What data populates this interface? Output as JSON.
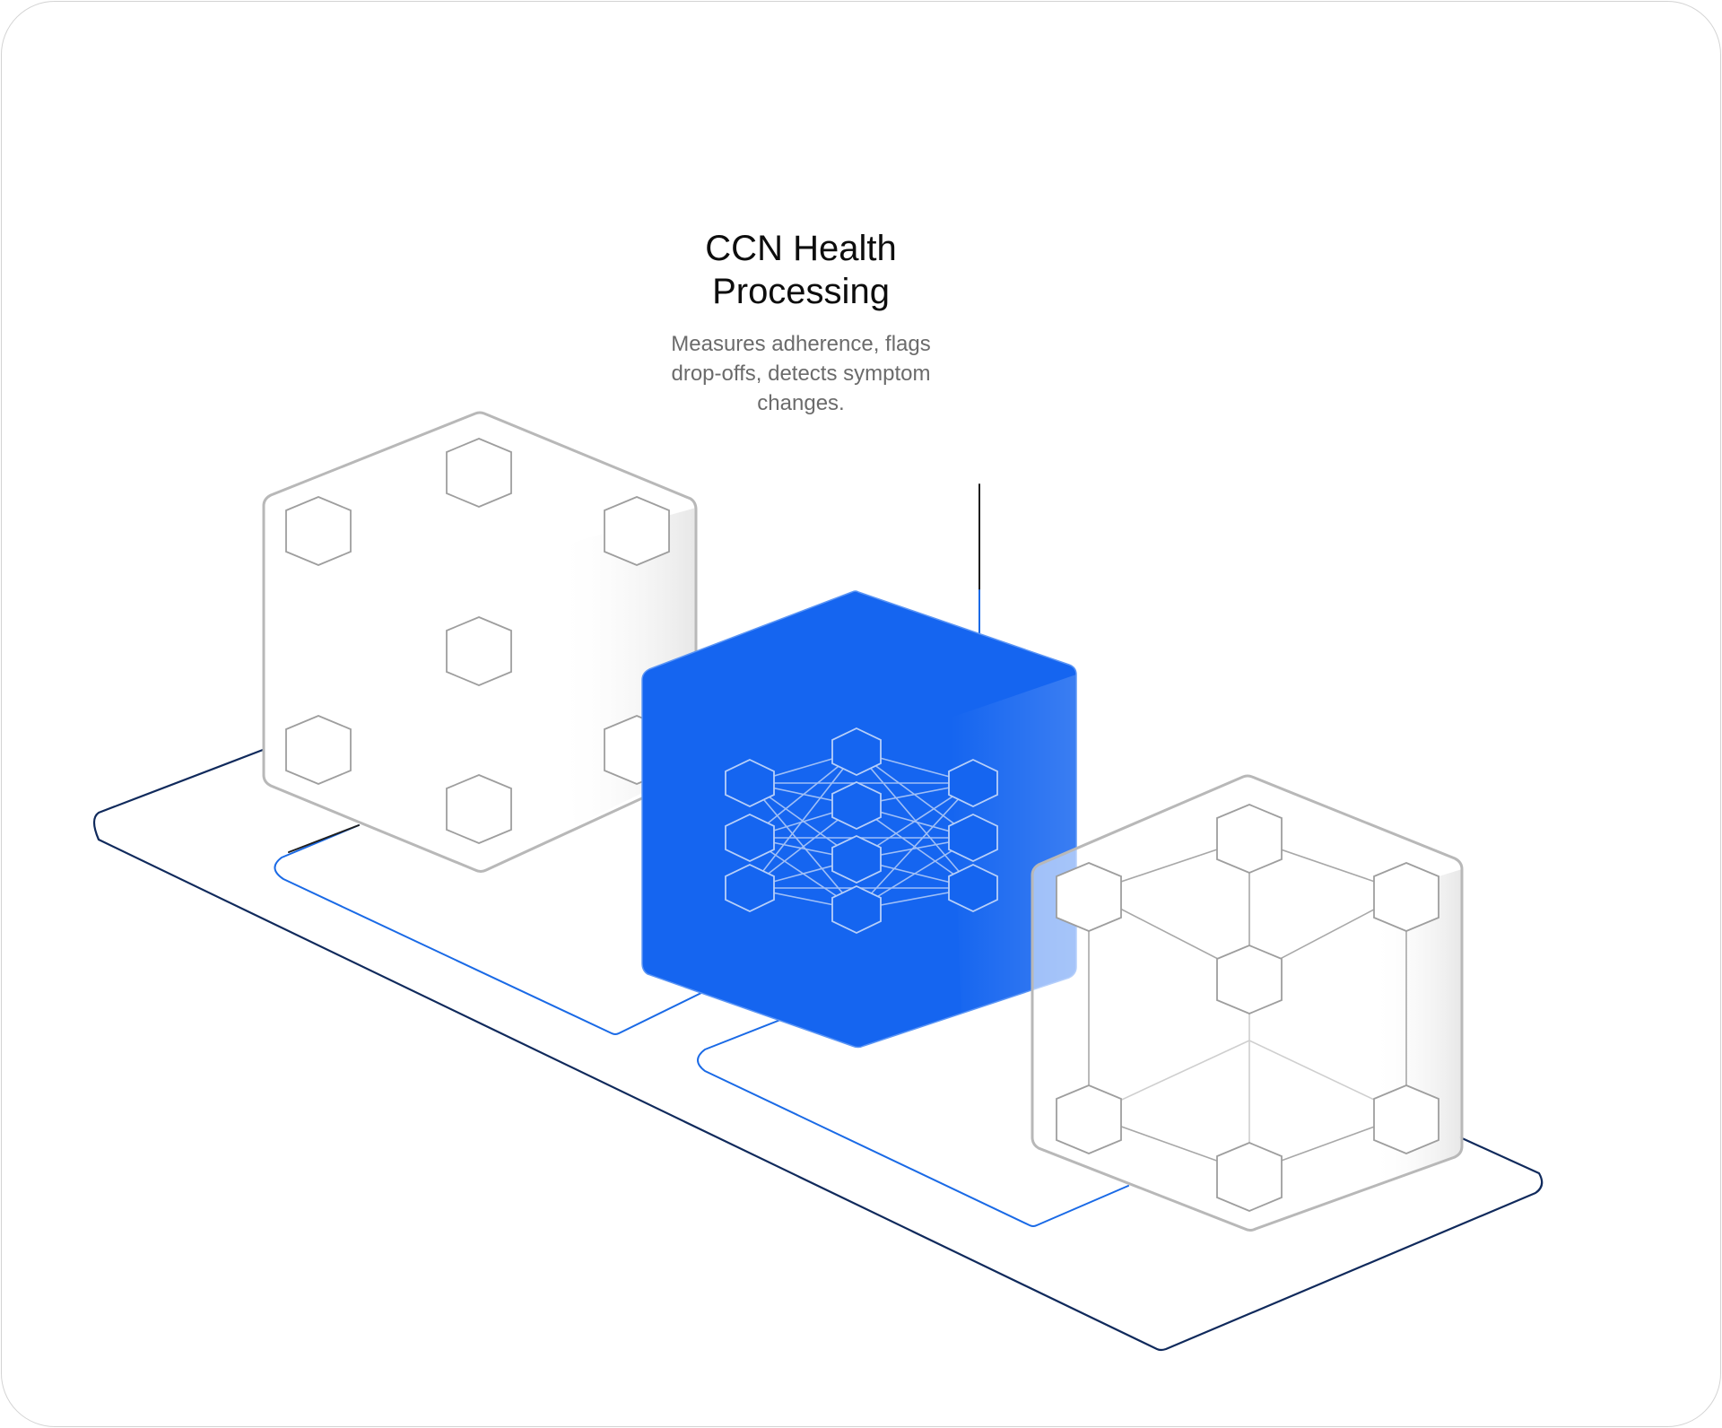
{
  "heading": {
    "title": "CCN Health\nProcessing",
    "description": "Measures adherence, flags\ndrop-offs, detects symptom\nchanges."
  },
  "colors": {
    "accent_blue": "#1565f0",
    "light_blue_line": "#1a6ae6",
    "navy_line": "#102a5c",
    "cube_outline": "#b8b8b8",
    "border": "#d3d3d3",
    "title_text": "#0d0d0d",
    "body_text": "#6b6b6b"
  },
  "nodes": [
    {
      "id": "data-cube",
      "icon": "hexagon-cluster-icon"
    },
    {
      "id": "processing-cube",
      "icon": "neural-network-icon"
    },
    {
      "id": "structure-cube",
      "icon": "cube-lattice-icon"
    }
  ]
}
